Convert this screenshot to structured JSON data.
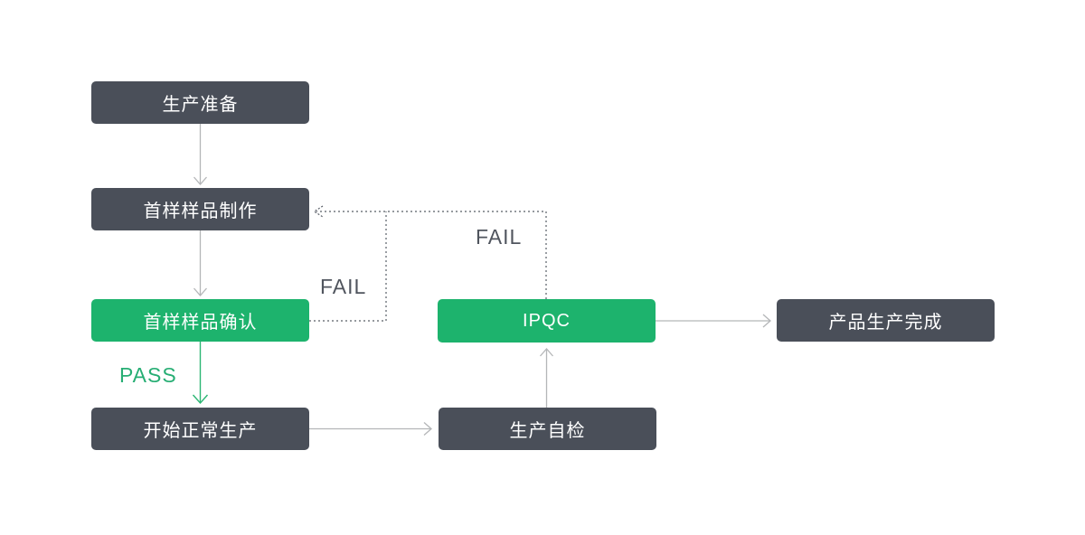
{
  "diagram": {
    "type": "flowchart",
    "description": "Production quality-control process flow",
    "nodes": [
      {
        "id": "prep",
        "label": "生产准备",
        "style": "dark"
      },
      {
        "id": "sample-make",
        "label": "首样样品制作",
        "style": "dark"
      },
      {
        "id": "sample-confirm",
        "label": "首样样品确认",
        "style": "green"
      },
      {
        "id": "normal-prod",
        "label": "开始正常生产",
        "style": "dark"
      },
      {
        "id": "self-check",
        "label": "生产自检",
        "style": "dark"
      },
      {
        "id": "ipqc",
        "label": "IPQC",
        "style": "green"
      },
      {
        "id": "complete",
        "label": "产品生产完成",
        "style": "dark"
      }
    ],
    "edges": [
      {
        "from": "prep",
        "to": "sample-make",
        "style": "solid-gray",
        "label": ""
      },
      {
        "from": "sample-make",
        "to": "sample-confirm",
        "style": "solid-gray",
        "label": ""
      },
      {
        "from": "sample-confirm",
        "to": "normal-prod",
        "style": "solid-green",
        "label": "PASS"
      },
      {
        "from": "normal-prod",
        "to": "self-check",
        "style": "solid-gray",
        "label": ""
      },
      {
        "from": "self-check",
        "to": "ipqc",
        "style": "solid-gray",
        "label": ""
      },
      {
        "from": "ipqc",
        "to": "complete",
        "style": "solid-gray",
        "label": ""
      },
      {
        "from": "sample-confirm",
        "to": "sample-make",
        "style": "dotted",
        "label": "FAIL"
      },
      {
        "from": "ipqc",
        "to": "sample-make",
        "style": "dotted",
        "label": "FAIL"
      }
    ],
    "edge_labels": {
      "pass": "PASS",
      "fail_lower": "FAIL",
      "fail_upper": "FAIL"
    },
    "colors": {
      "background": "#ffffff",
      "node_dark": "#4a4f59",
      "node_green": "#1db36d",
      "node_text": "#ffffff",
      "arrow_gray": "#b4b6b8",
      "arrow_green": "#2bb673",
      "dotted_line": "#585d66",
      "fail_text": "#50555e",
      "pass_text": "#27ae74"
    }
  }
}
